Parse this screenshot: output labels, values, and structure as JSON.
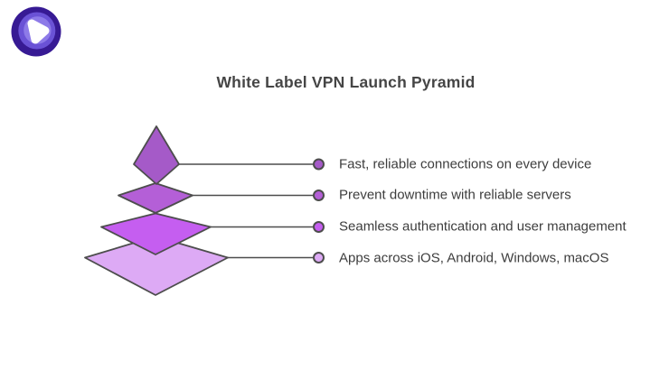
{
  "logo": {
    "name": "purevpn-logo",
    "outer_color": "#371a94",
    "ring_color": "#6a52d6",
    "inner_ring_color": "#8d7ae8",
    "core_color": "#ffffff"
  },
  "title": {
    "text": "White Label VPN Launch Pyramid",
    "color": "#454545"
  },
  "diagram": {
    "type": "pyramid",
    "stroke_color": "#4d4d4d",
    "layers": [
      {
        "label": "Fast, reliable connections on every device",
        "color": "#a55ac8"
      },
      {
        "label": "Prevent downtime with reliable servers",
        "color": "#b45fd7"
      },
      {
        "label": "Seamless authentication and user management",
        "color": "#c55ef0"
      },
      {
        "label": "Apps across iOS, Android, Windows, macOS",
        "color": "#ddaaf5"
      }
    ]
  }
}
